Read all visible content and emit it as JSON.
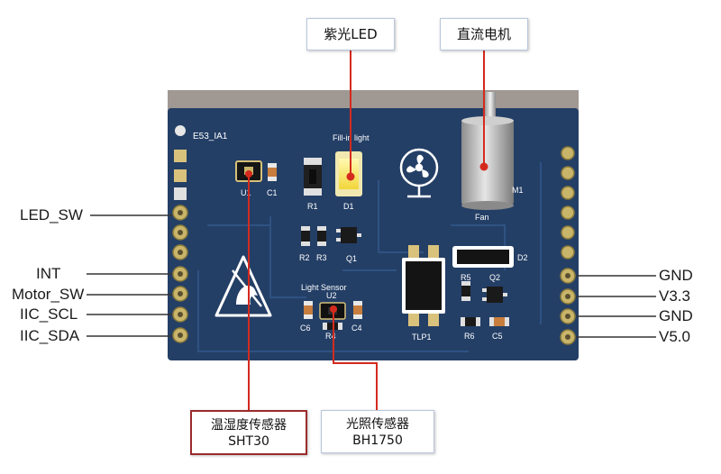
{
  "board": {
    "name": "E53_IA1",
    "fill_in_light": "Fill-in light",
    "light_sensor": "Light Sensor",
    "fan": "Fan",
    "m1": "M1",
    "refs": {
      "u1": "U1",
      "c1": "C1",
      "r1": "R1",
      "d1": "D1",
      "r2": "R2",
      "r3": "R3",
      "q1": "Q1",
      "u2": "U2",
      "c6": "C6",
      "r4": "R4",
      "c4": "C4",
      "tlp1": "TLP1",
      "r5": "R5",
      "q2": "Q2",
      "d2": "D2",
      "r6": "R6",
      "c5": "C5"
    }
  },
  "left_labels": {
    "led_sw": "LED_SW",
    "int": "INT",
    "motor_sw": "Motor_SW",
    "iic_scl": "IIC_SCL",
    "iic_sda": "IIC_SDA"
  },
  "right_labels": {
    "gnd1": "GND",
    "v33": "V3.3",
    "gnd2": "GND",
    "v50": "V5.0"
  },
  "callouts": {
    "uv_led": "紫光LED",
    "dc_motor": "直流电机",
    "temp_hum": {
      "line1": "温湿度传感器",
      "line2": "SHT30"
    },
    "light": {
      "line1": "光照传感器",
      "line2": "BH1750"
    }
  },
  "colors": {
    "pcb": "#243f66",
    "leader_line": "#d42a1e",
    "callout_red_border": "#9b2b2b"
  }
}
